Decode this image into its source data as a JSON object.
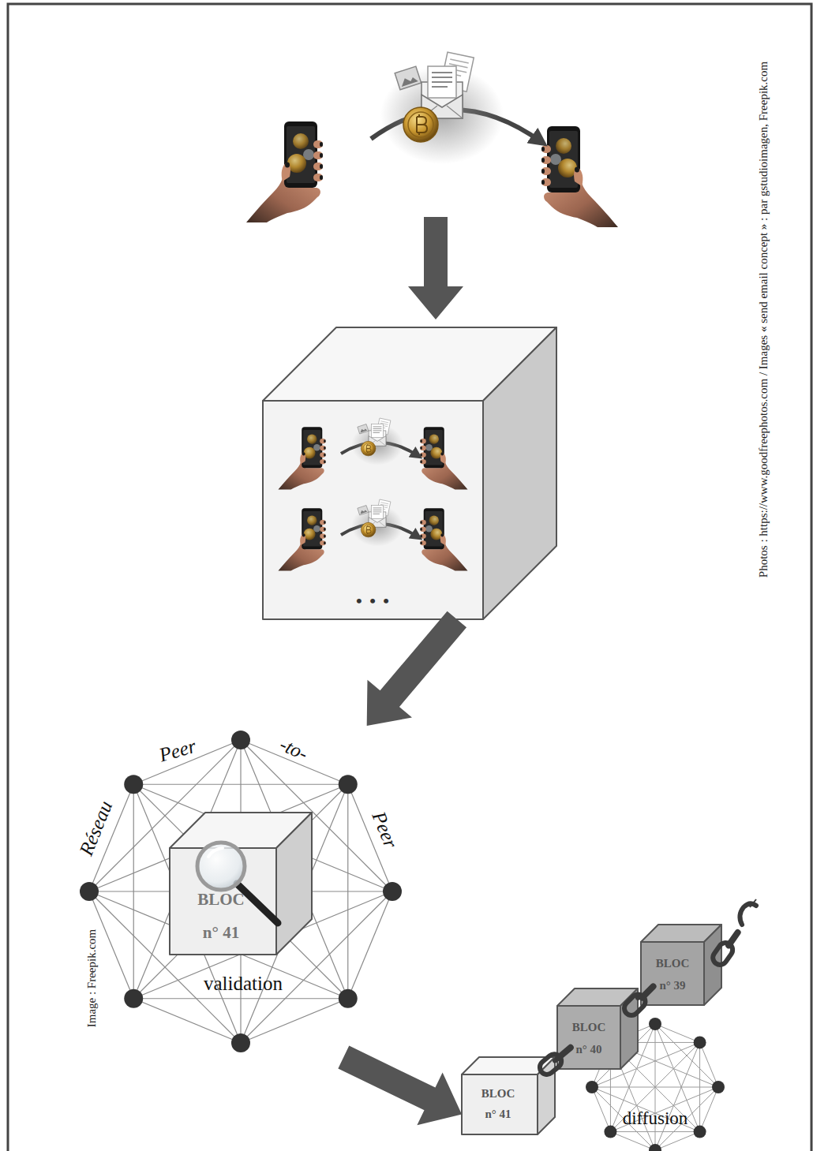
{
  "diagram": {
    "nodes": [
      {
        "text": [
          "• • •"
        ]
      },
      {
        "text": [
          "Réseau",
          "Peer",
          "-to-",
          "Peer"
        ]
      },
      {
        "text": [
          "BLOC n° 41",
          "validation"
        ],
        "in": 1
      },
      {
        "text": [
          "BLOC n° 39"
        ]
      },
      {
        "text": [
          "BLOC n° 40"
        ]
      },
      {
        "text": [
          "BLOC n° 41"
        ]
      },
      {
        "text": [
          "diffusion"
        ]
      }
    ],
    "edges": [
      {
        "from": 0,
        "to": 1,
        "arrow": "to"
      },
      {
        "from": 1,
        "to": 5,
        "arrow": "to"
      },
      {
        "from": 3,
        "to": 4,
        "arrow": "none"
      },
      {
        "from": 4,
        "to": 5,
        "arrow": "none"
      }
    ],
    "labels": [
      "Photos : https://www.goodfreephotos.com / Images « send email concept » : par gstudioimagen, Freepik.com",
      "Image : Freepik.com"
    ]
  }
}
